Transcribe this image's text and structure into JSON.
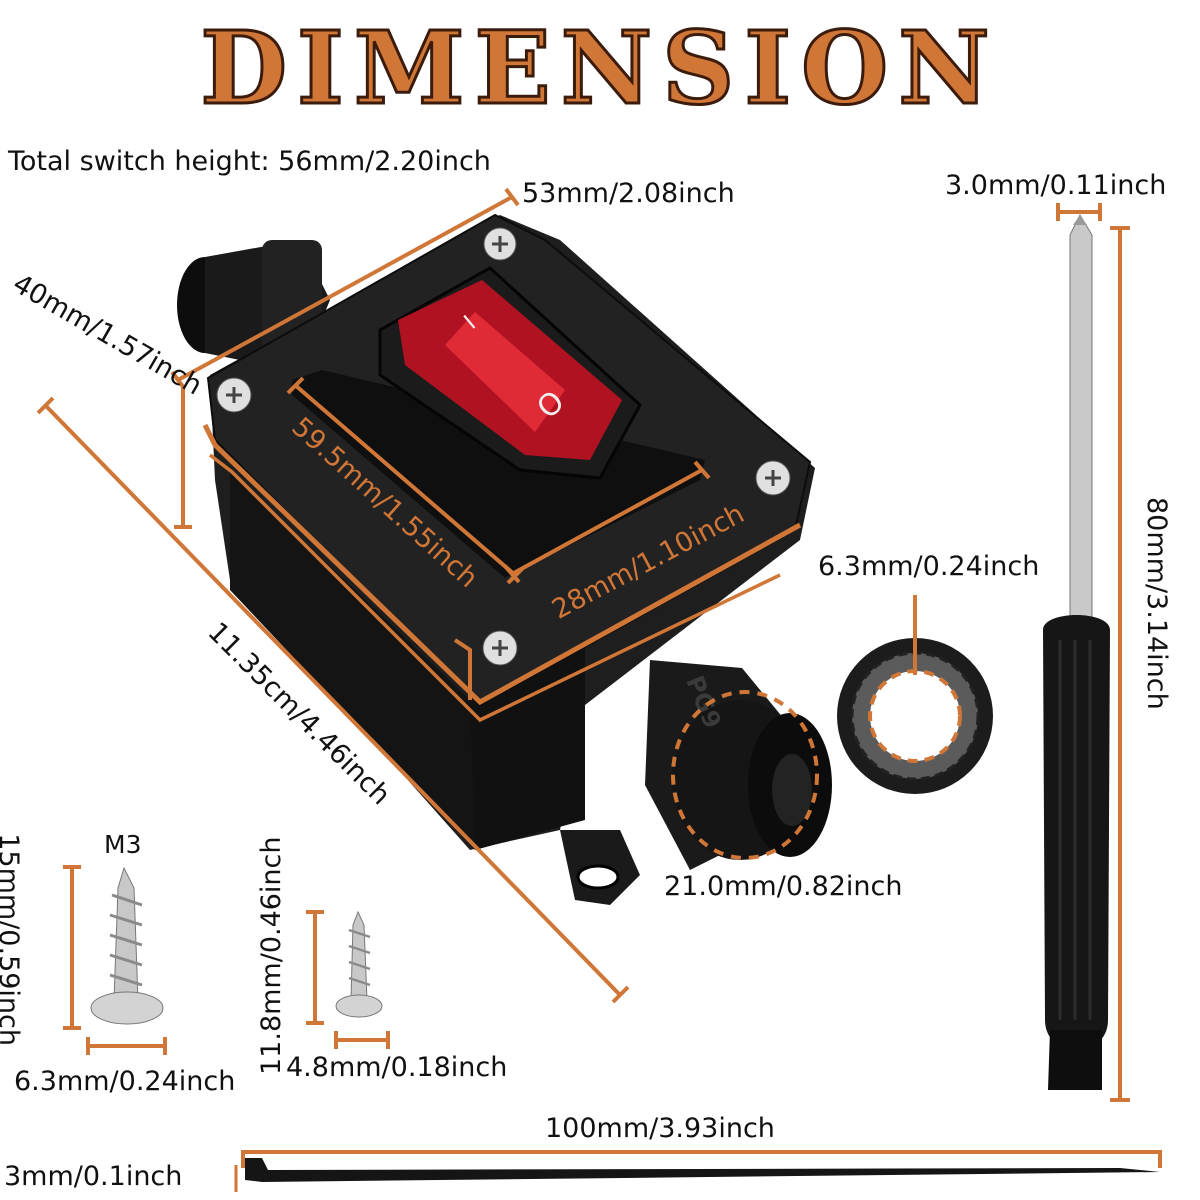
{
  "title": "DIMENSION",
  "colors": {
    "accent": "#d07637",
    "switch_red": "#c21222",
    "body": "#1c1c1c"
  },
  "switch_markings": {
    "on": "I",
    "off": "O",
    "gland_thread": "PG9"
  },
  "labels": {
    "total_height": "Total switch height: 56mm/2.20inch",
    "top_width": "53mm/2.08inch",
    "side_depth": "40mm/1.57inch",
    "overall_length": "11.35cm/4.46inch",
    "plate_length": "59.5mm/1.55inch",
    "plate_width": "28mm/1.10inch",
    "gland_diameter": "21.0mm/0.82inch",
    "ring_inner": "6.3mm/0.24inch",
    "screwdriver_tip": "3.0mm/0.11inch",
    "screwdriver_length": "80mm/3.14inch",
    "big_screw_head": "M3",
    "big_screw_length": "15mm/0.59inch",
    "big_screw_width": "6.3mm/0.24inch",
    "small_screw_length": "11.8mm/0.46inch",
    "small_screw_width": "4.8mm/0.18inch",
    "tie_length": "100mm/3.93inch",
    "tie_width": "3mm/0.1inch"
  }
}
